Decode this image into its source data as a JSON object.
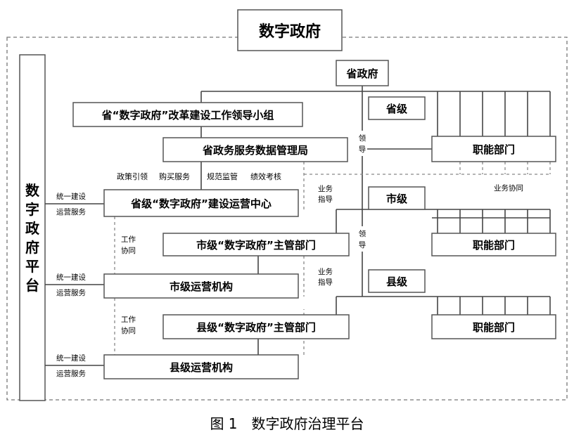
{
  "diagram": {
    "title": "数字政府",
    "platform_label": [
      "数",
      "字",
      "政",
      "府",
      "平",
      "台"
    ],
    "province_gov": "省政府",
    "leading_group": "省“数字政府”改革建设工作领导小组",
    "data_bureau": "省政务服务数据管理局",
    "bureau_functions": [
      "政策引领",
      "购买服务",
      "规范监管",
      "绩效考核"
    ],
    "province_center": "省级“数字政府”建设运营中心",
    "city_dept": "市级“数字政府”主管部门",
    "city_operator": "市级运营机构",
    "county_dept": "县级“数字政府”主管部门",
    "county_operator": "县级运营机构",
    "unified_build": "统一建设",
    "ops_service": "运营服务",
    "work_collab": [
      "工作",
      "协同"
    ],
    "levels": {
      "province": "省级",
      "city": "市级",
      "county": "县级"
    },
    "functional_dept": "职能部门",
    "lead": [
      "领",
      "导"
    ],
    "business_guidance": [
      "业务",
      "指导"
    ],
    "business_collab": "业务协同"
  },
  "caption": "图 1　数字政府治理平台"
}
